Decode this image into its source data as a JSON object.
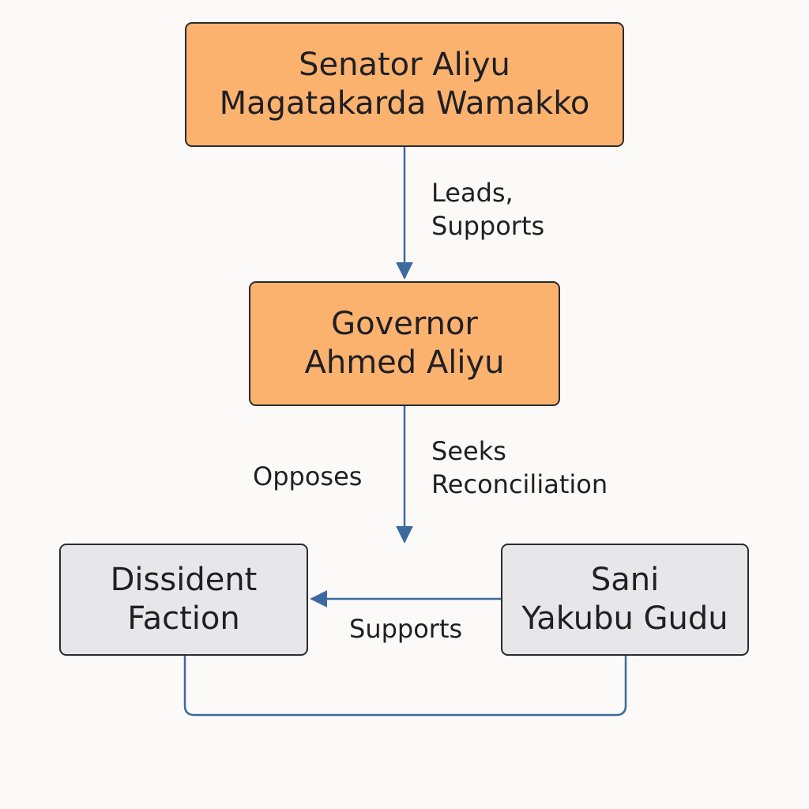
{
  "nodes": {
    "senator": {
      "lines": [
        "Senator Aliyu",
        "Magatakarda Wamakko"
      ]
    },
    "governor": {
      "lines": [
        "Governor",
        "Ahmed Aliyu"
      ]
    },
    "dissident": {
      "lines": [
        "Dissident",
        "Faction"
      ]
    },
    "sani": {
      "lines": [
        "Sani",
        "Yakubu Gudu"
      ]
    }
  },
  "edges": {
    "senator_to_governor": {
      "lines": [
        "Leads,",
        "Supports"
      ]
    },
    "governor_seeks": {
      "lines": [
        "Seeks",
        "Reconciliation"
      ]
    },
    "governor_opposes": {
      "label": "Opposes"
    },
    "sani_to_dissident": {
      "label": "Supports"
    }
  },
  "colors": {
    "leader_fill": "#fbb26f",
    "faction_fill": "#e7e7e9",
    "connector": "#3d6a9e",
    "border": "#2b2b2b"
  }
}
